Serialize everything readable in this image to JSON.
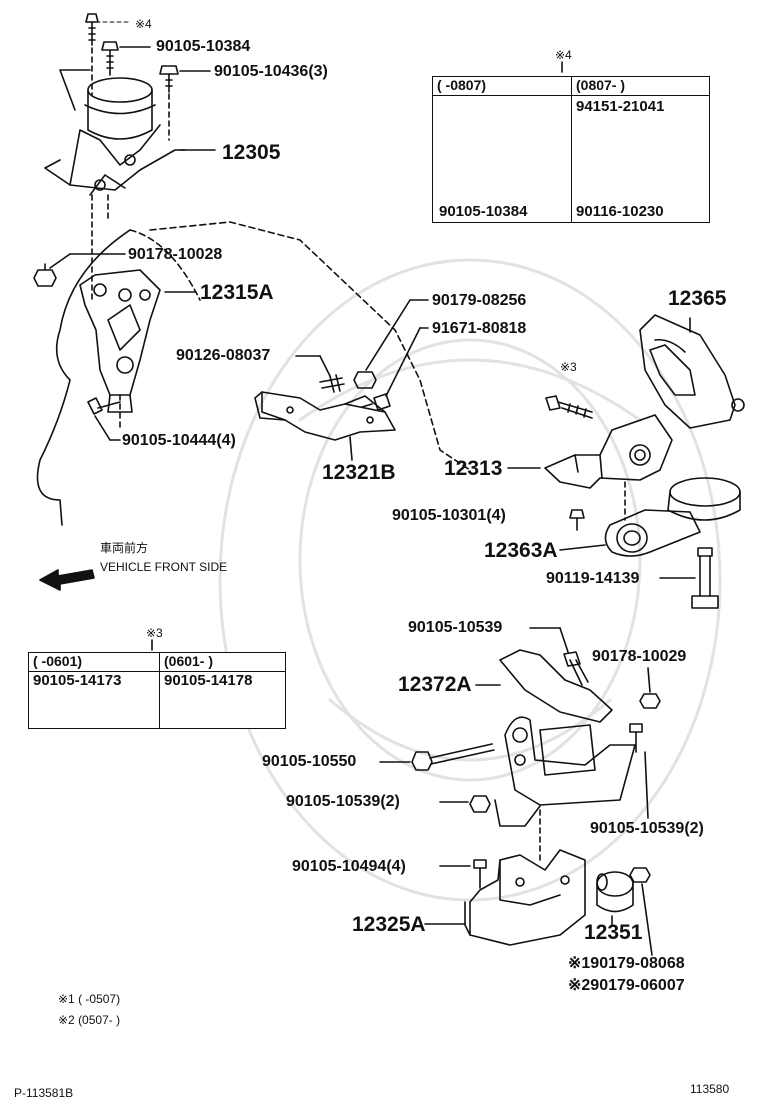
{
  "callouts": {
    "c_mark4_top": "※4",
    "c_90105_10384": "90105-10384",
    "c_90105_10436": "90105-10436(3)",
    "c_12305": "12305",
    "c_90178_10028": "90178-10028",
    "c_12315A": "12315A",
    "c_90126_08037": "90126-08037",
    "c_90105_10444": "90105-10444(4)",
    "c_90179_08256": "90179-08256",
    "c_91671_80818": "91671-80818",
    "c_12321B": "12321B",
    "c_12365": "12365",
    "c_mark3_bolt": "※3",
    "c_12313": "12313",
    "c_90105_10301": "90105-10301(4)",
    "c_12363A": "12363A",
    "c_90119_14139": "90119-14139",
    "c_90105_10539_top": "90105-10539",
    "c_90178_10029": "90178-10029",
    "c_12372A": "12372A",
    "c_90105_10550": "90105-10550",
    "c_90105_10539_l2": "90105-10539(2)",
    "c_90105_10539_r2": "90105-10539(2)",
    "c_90105_10494": "90105-10494(4)",
    "c_12325A": "12325A",
    "c_12351": "12351",
    "c_90179_08068": "※190179-08068",
    "c_90179_06007": "※290179-06007"
  },
  "front_note": {
    "jp": "車両前方",
    "en": "VEHICLE FRONT SIDE"
  },
  "table4": {
    "mark": "※4",
    "col1_header": "(      -0807)",
    "col2_header": "(0807-      )",
    "col2_top": "94151-21041",
    "col1_bottom": "90105-10384",
    "col2_bottom": "90116-10230"
  },
  "table3": {
    "mark": "※3",
    "col1_header": "(      -0601)",
    "col2_header": "(0601-      )",
    "col1_part": "90105-14173",
    "col2_part": "90105-14178"
  },
  "footnotes": {
    "n1": "※1 (      -0507)",
    "n2": "※2 (0507-      )"
  },
  "footer": {
    "left": "P-113581B",
    "right": "113580"
  }
}
